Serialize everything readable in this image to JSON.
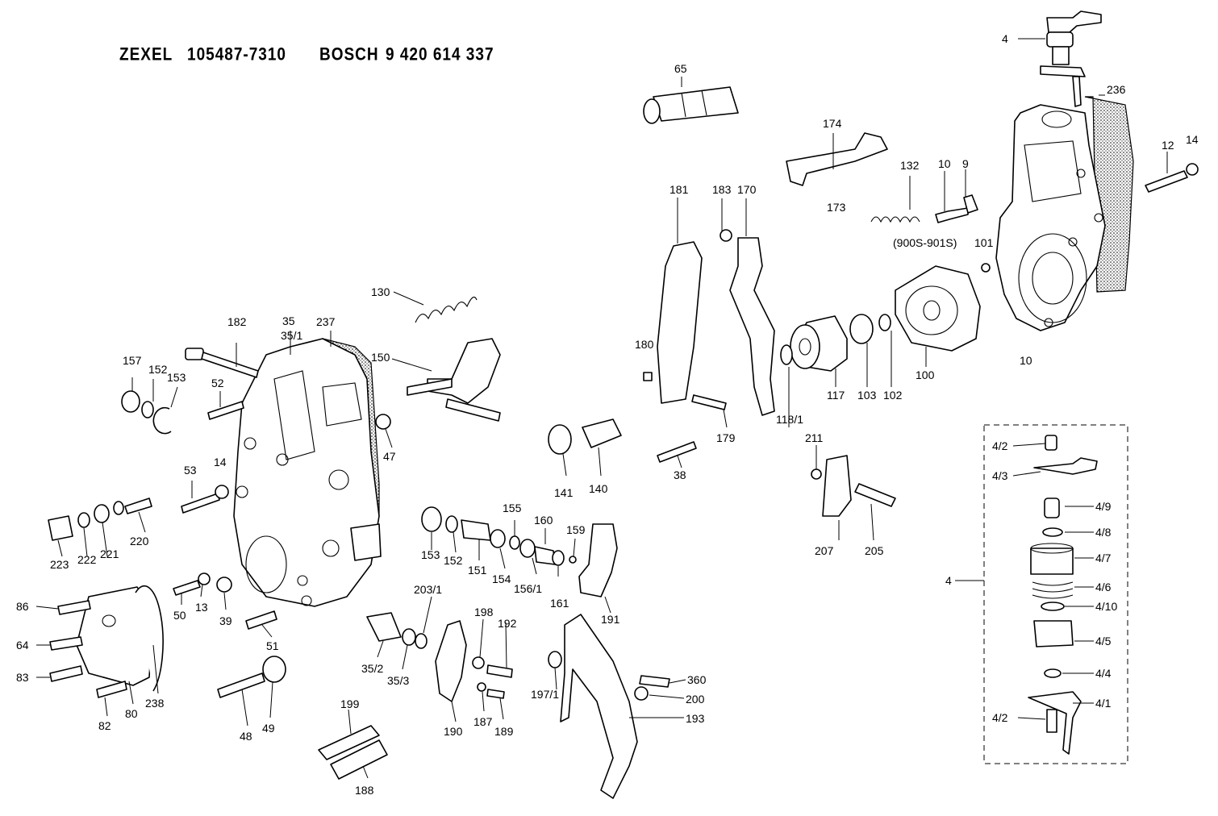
{
  "header": {
    "brand1": "ZEXEL",
    "part1": "105487-7310",
    "brand2": "BOSCH",
    "part2": "9 420 614 337"
  },
  "callouts": [
    "4",
    "236",
    "65",
    "174",
    "173",
    "132",
    "10",
    "9",
    "12",
    "14",
    "181",
    "183",
    "170",
    "(900S-901S)",
    "101",
    "130",
    "150",
    "180",
    "117",
    "103",
    "102",
    "100",
    "10",
    "118/1",
    "182",
    "35",
    "35/1",
    "237",
    "157",
    "152",
    "153",
    "52",
    "47",
    "179",
    "38",
    "211",
    "141",
    "140",
    "53",
    "14",
    "223",
    "222",
    "221",
    "220",
    "155",
    "160",
    "159",
    "153",
    "152",
    "151",
    "154",
    "156/1",
    "161",
    "207",
    "205",
    "86",
    "64",
    "83",
    "82",
    "80",
    "238",
    "50",
    "13",
    "39",
    "51",
    "48",
    "49",
    "35/2",
    "35/3",
    "203/1",
    "198",
    "192",
    "197/1",
    "190",
    "187",
    "189",
    "199",
    "188",
    "360",
    "200",
    "193",
    "191",
    "4/2",
    "4/3",
    "4/9",
    "4/8",
    "4/7",
    "4/6",
    "4/10",
    "4/5",
    "4/4",
    "4/1",
    "4/2",
    "4"
  ]
}
